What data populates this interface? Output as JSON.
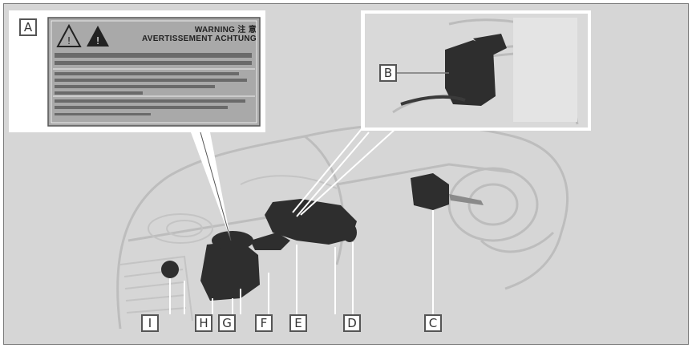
{
  "callouts": {
    "a": "A",
    "b": "B",
    "c": "C",
    "d": "D",
    "e": "E",
    "f": "F",
    "g": "G",
    "h": "H",
    "i": "I"
  },
  "label_panel": {
    "line1": "WARNING  注 意",
    "line2": "AVERTISSEMENT  ACHTUNG",
    "line3": "",
    "line4": "",
    "line5": ""
  },
  "colors": {
    "background": "#d6d6d6",
    "components": "#2e2e2e",
    "callout_border": "#555555",
    "inset_border": "#ffffff"
  }
}
